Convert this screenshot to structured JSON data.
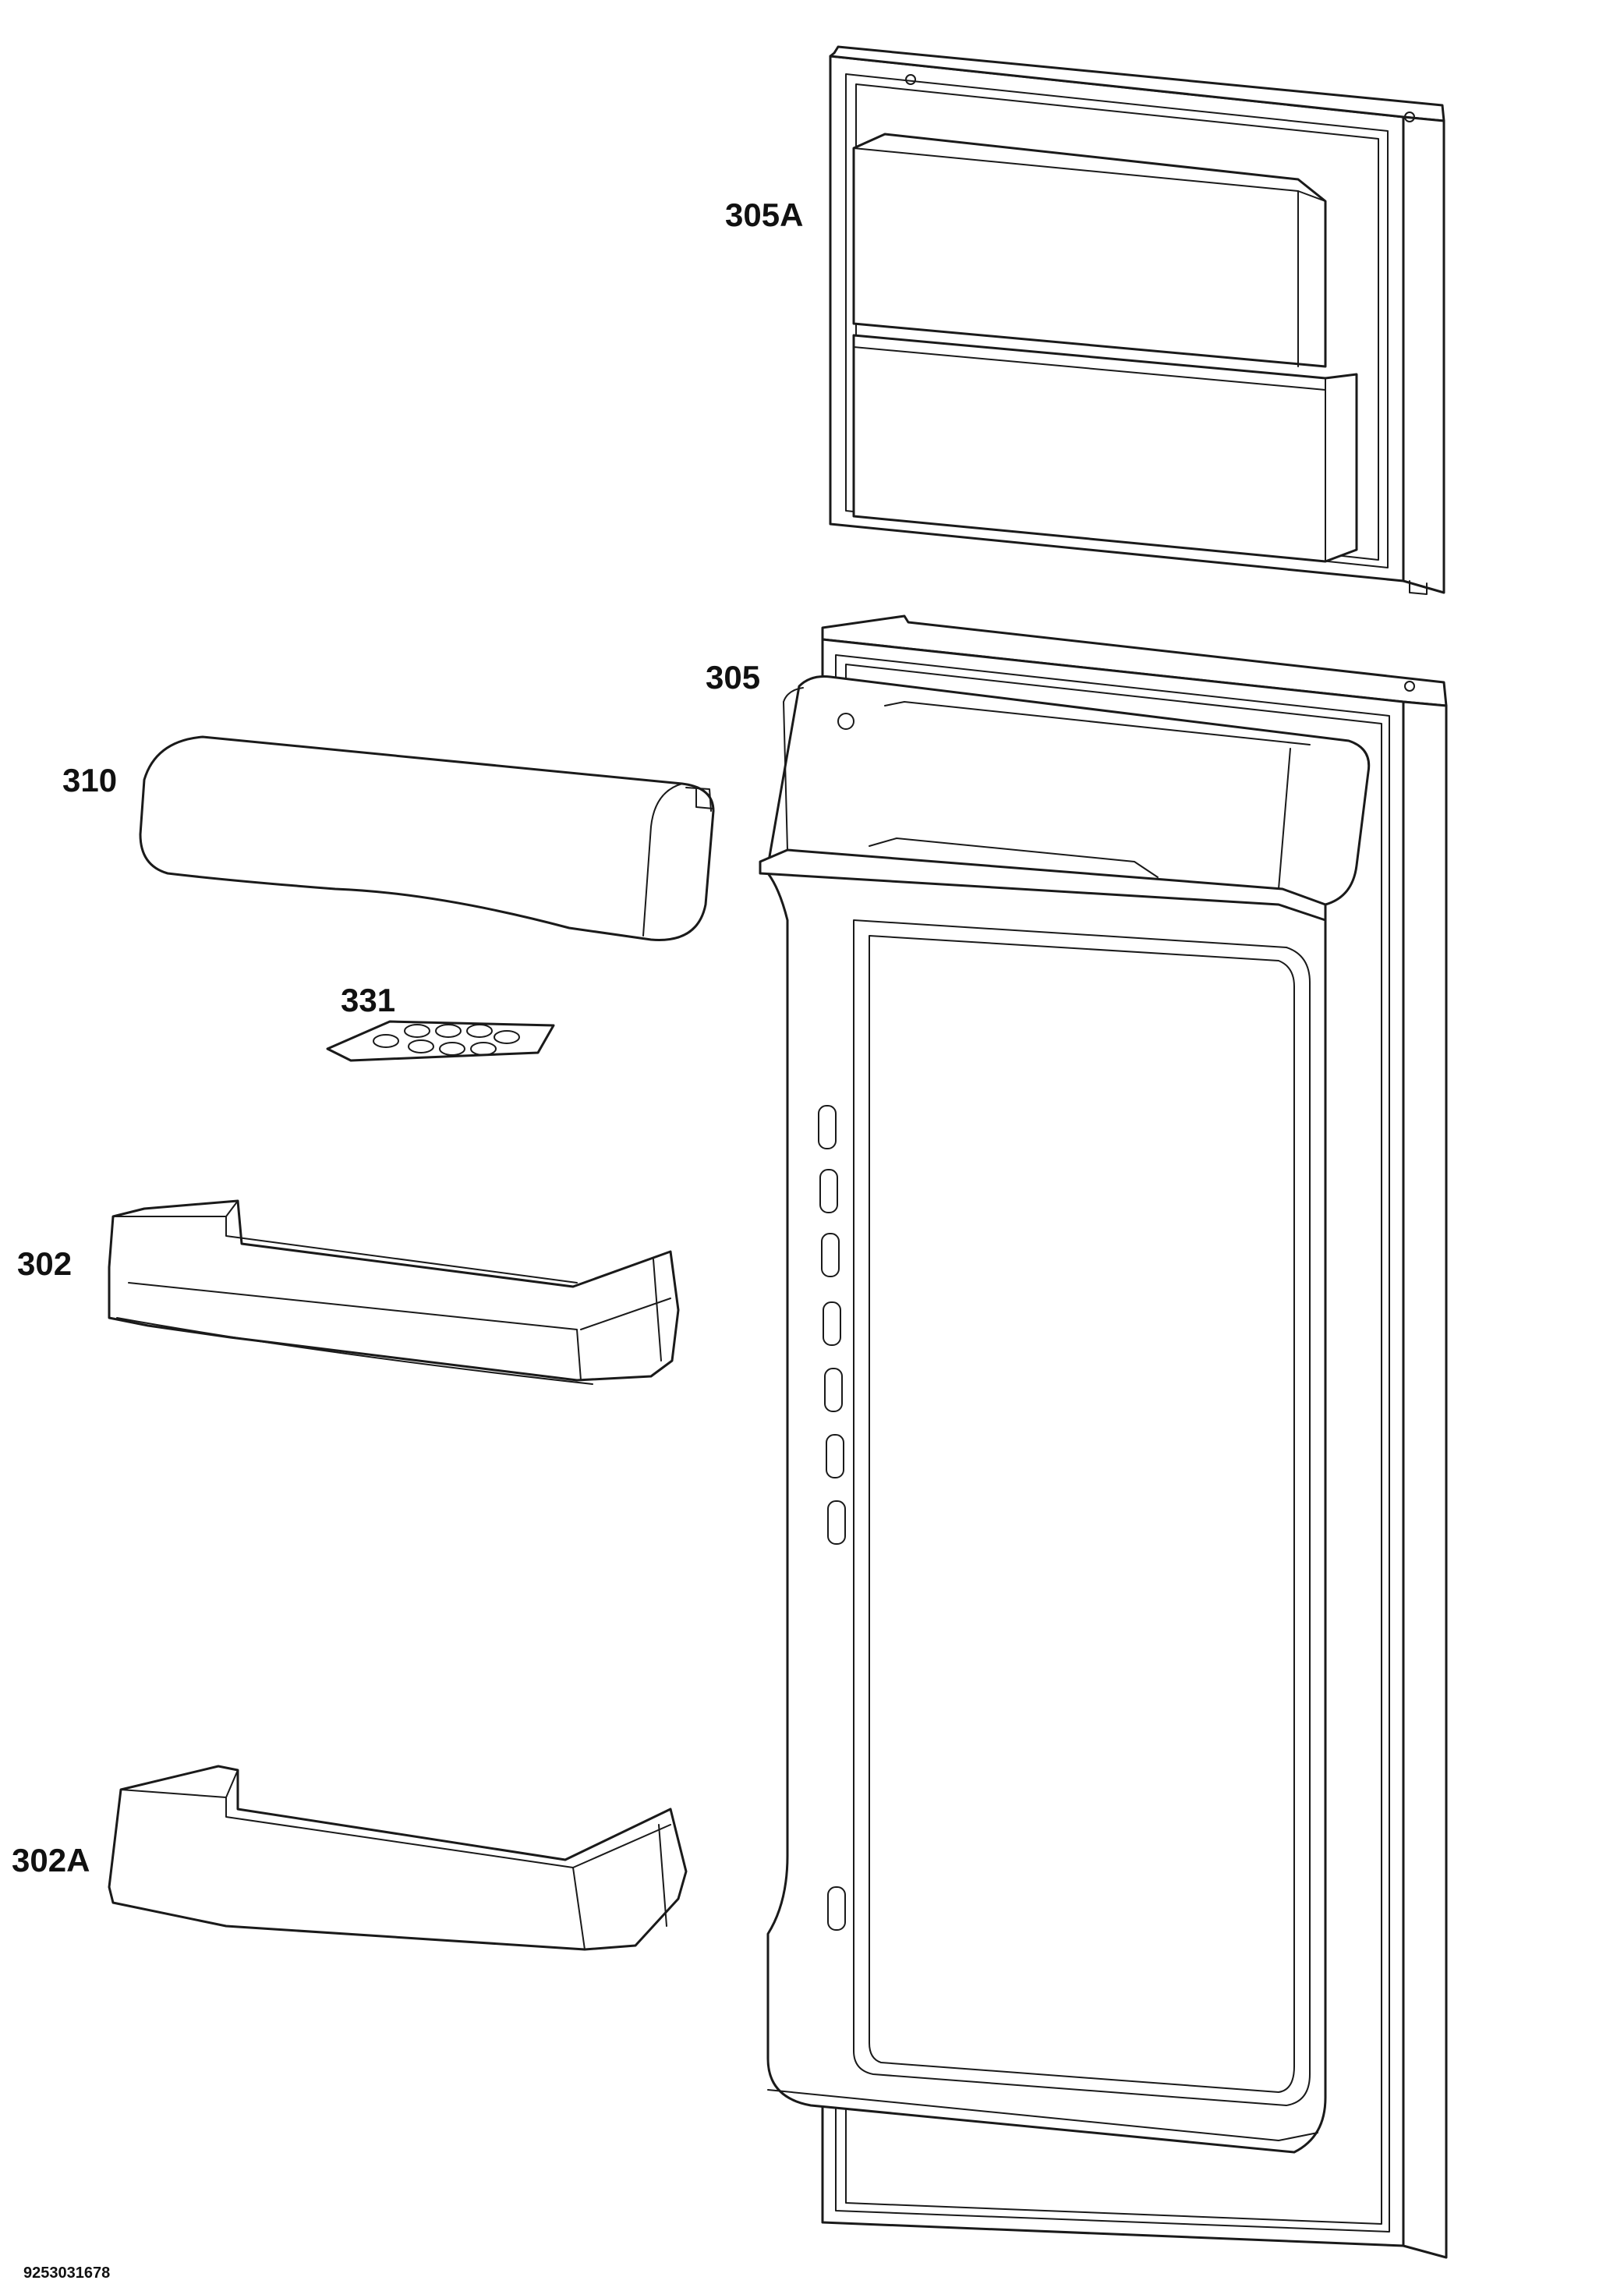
{
  "labels": {
    "freezer_door": "305A",
    "fridge_door": "305",
    "dairy_cover": "310",
    "egg_tray": "331",
    "door_shelf": "302",
    "door_shelf_lower": "302A"
  },
  "document_number": "9253031678",
  "colors": {
    "line": "#1a1a1a",
    "background": "#ffffff"
  }
}
